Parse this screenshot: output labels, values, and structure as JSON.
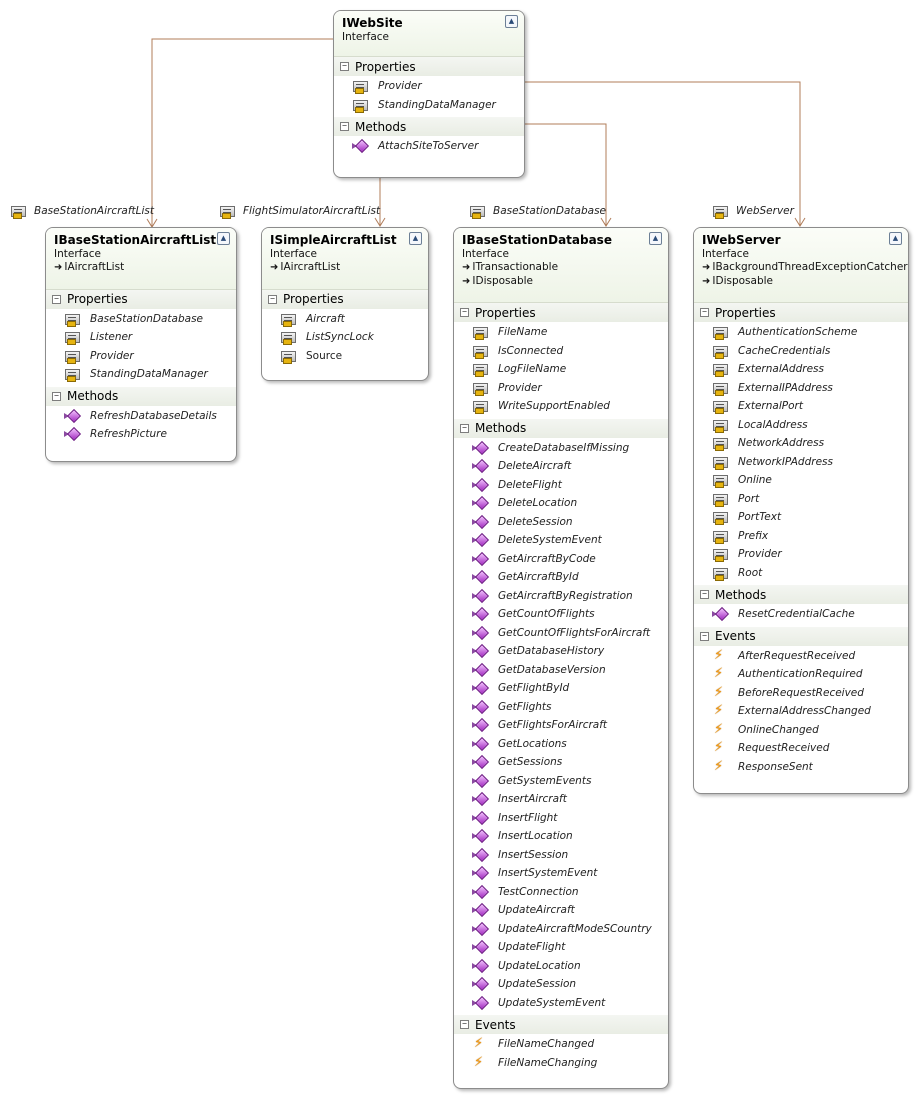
{
  "diagram": {
    "boxes": [
      {
        "id": "iwebsite",
        "title": "IWebSite",
        "stereotype": "Interface",
        "inherits": [],
        "sections": [
          {
            "name": "Properties",
            "kind": "property",
            "items": [
              "Provider",
              "StandingDataManager"
            ]
          },
          {
            "name": "Methods",
            "kind": "method",
            "items": [
              "AttachSiteToServer"
            ]
          }
        ]
      },
      {
        "id": "ibasestationaircraftlist",
        "title": "IBaseStationAircraftList",
        "stereotype": "Interface",
        "inherits": [
          "IAircraftList"
        ],
        "sections": [
          {
            "name": "Properties",
            "kind": "property",
            "items": [
              "BaseStationDatabase",
              "Listener",
              "Provider",
              "StandingDataManager"
            ]
          },
          {
            "name": "Methods",
            "kind": "method",
            "items": [
              "RefreshDatabaseDetails",
              "RefreshPicture"
            ]
          }
        ]
      },
      {
        "id": "isimpleaircraftlist",
        "title": "ISimpleAircraftList",
        "stereotype": "Interface",
        "inherits": [
          "IAircraftList"
        ],
        "sections": [
          {
            "name": "Properties",
            "kind": "property",
            "items": [
              "Aircraft",
              "ListSyncLock",
              "Source"
            ],
            "plain_items": [
              "Source"
            ]
          }
        ]
      },
      {
        "id": "ibasestationdatabase",
        "title": "IBaseStationDatabase",
        "stereotype": "Interface",
        "inherits": [
          "ITransactionable",
          "IDisposable"
        ],
        "sections": [
          {
            "name": "Properties",
            "kind": "property",
            "items": [
              "FileName",
              "IsConnected",
              "LogFileName",
              "Provider",
              "WriteSupportEnabled"
            ]
          },
          {
            "name": "Methods",
            "kind": "method",
            "items": [
              "CreateDatabaseIfMissing",
              "DeleteAircraft",
              "DeleteFlight",
              "DeleteLocation",
              "DeleteSession",
              "DeleteSystemEvent",
              "GetAircraftByCode",
              "GetAircraftById",
              "GetAircraftByRegistration",
              "GetCountOfFlights",
              "GetCountOfFlightsForAircraft",
              "GetDatabaseHistory",
              "GetDatabaseVersion",
              "GetFlightById",
              "GetFlights",
              "GetFlightsForAircraft",
              "GetLocations",
              "GetSessions",
              "GetSystemEvents",
              "InsertAircraft",
              "InsertFlight",
              "InsertLocation",
              "InsertSession",
              "InsertSystemEvent",
              "TestConnection",
              "UpdateAircraft",
              "UpdateAircraftModeSCountry",
              "UpdateFlight",
              "UpdateLocation",
              "UpdateSession",
              "UpdateSystemEvent"
            ]
          },
          {
            "name": "Events",
            "kind": "event",
            "items": [
              "FileNameChanged",
              "FileNameChanging"
            ]
          }
        ]
      },
      {
        "id": "iwebserver",
        "title": "IWebServer",
        "stereotype": "Interface",
        "inherits": [
          "IBackgroundThreadExceptionCatcher",
          "IDisposable"
        ],
        "sections": [
          {
            "name": "Properties",
            "kind": "property",
            "items": [
              "AuthenticationScheme",
              "CacheCredentials",
              "ExternalAddress",
              "ExternalIPAddress",
              "ExternalPort",
              "LocalAddress",
              "NetworkAddress",
              "NetworkIPAddress",
              "Online",
              "Port",
              "PortText",
              "Prefix",
              "Provider",
              "Root"
            ]
          },
          {
            "name": "Methods",
            "kind": "method",
            "items": [
              "ResetCredentialCache"
            ]
          },
          {
            "name": "Events",
            "kind": "event",
            "items": [
              "AfterRequestReceived",
              "AuthenticationRequired",
              "BeforeRequestReceived",
              "ExternalAddressChanged",
              "OnlineChanged",
              "RequestReceived",
              "ResponseSent"
            ]
          }
        ]
      }
    ],
    "associations": [
      {
        "from": "iwebsite",
        "to": "ibasestationaircraftlist",
        "label": "BaseStationAircraftList"
      },
      {
        "from": "iwebsite",
        "to": "isimpleaircraftlist",
        "label": "FlightSimulatorAircraftList"
      },
      {
        "from": "iwebsite",
        "to": "ibasestationdatabase",
        "label": "BaseStationDatabase"
      },
      {
        "from": "iwebsite",
        "to": "iwebserver",
        "label": "WebServer"
      }
    ],
    "colors": {
      "connector": "#b07d5a",
      "header_gradient_top": "#fbfdf8",
      "header_gradient_bottom": "#eef4e7",
      "section_band": "#e9ede4",
      "border": "#8c8c8c"
    },
    "icons": {
      "property": "property-icon",
      "method": "method-icon",
      "event": "event-icon",
      "collapse": "double-chevron-up-icon",
      "section_toggle": "minus-toggle-icon",
      "inherits": "inheritance-arrow-icon"
    }
  }
}
